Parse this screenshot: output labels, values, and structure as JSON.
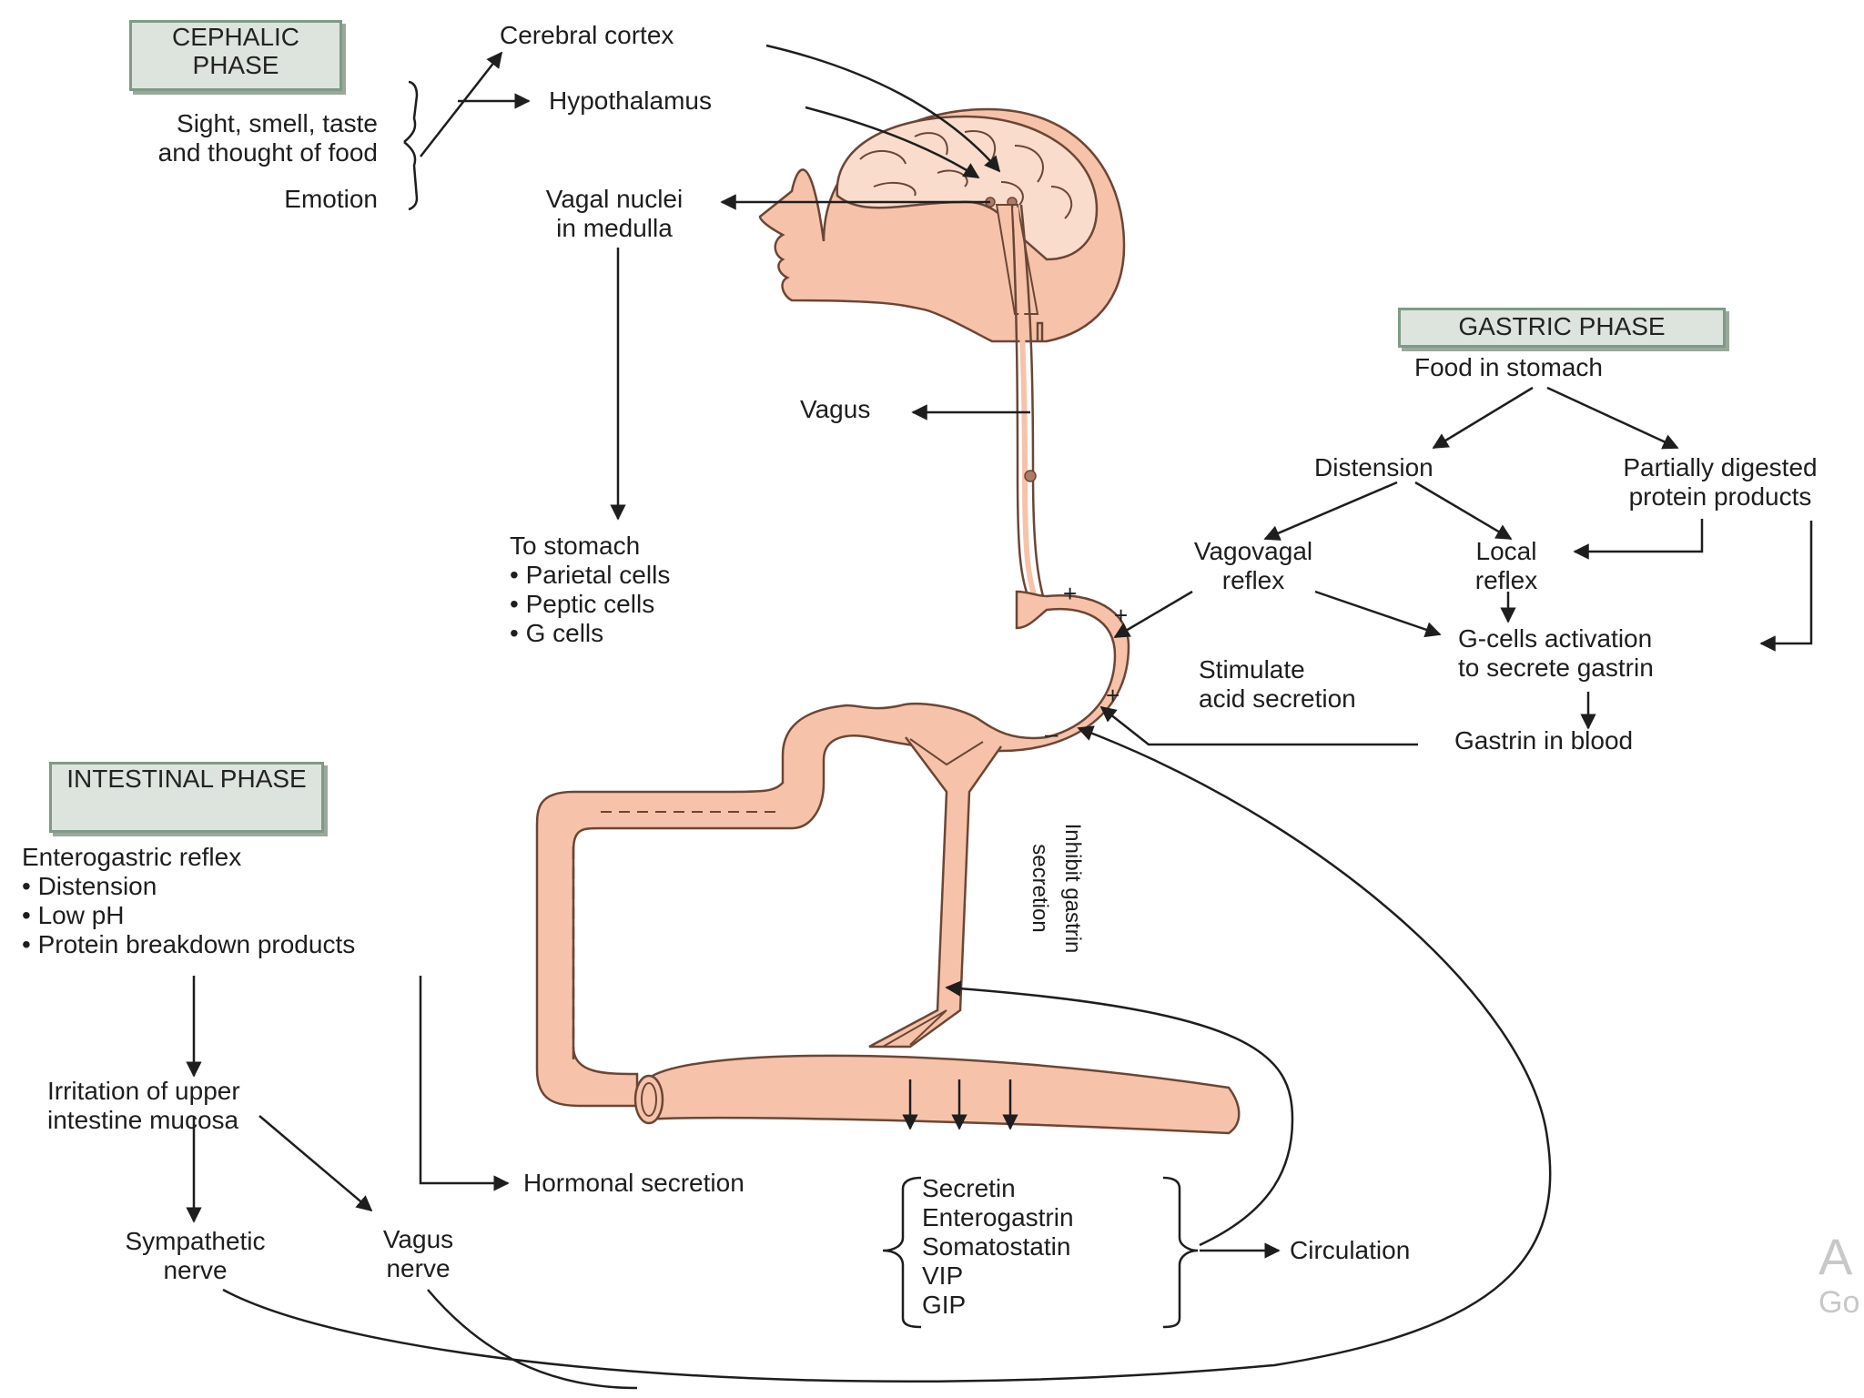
{
  "phases": {
    "cephalic": "CEPHALIC\nPHASE",
    "gastric": "GASTRIC PHASE",
    "intestinal": "INTESTINAL\nPHASE"
  },
  "cephalic": {
    "stimuli": "Sight, smell, taste\nand thought of food",
    "emotion": "Emotion",
    "cerebral_cortex": "Cerebral cortex",
    "hypothalamus": "Hypothalamus",
    "vagal_nuclei": "Vagal nuclei\nin medulla",
    "vagus": "Vagus",
    "to_stomach": "To stomach\n• Parietal cells\n• Peptic cells\n• G cells"
  },
  "gastric": {
    "food_in_stomach": "Food in stomach",
    "distension": "Distension",
    "partially_digested": "Partially digested\nprotein products",
    "vagovagal_reflex": "Vagovagal\nreflex",
    "local_reflex": "Local\nreflex",
    "g_cells": "G-cells activation\nto secrete gastrin",
    "stimulate_acid": "Stimulate\nacid secretion",
    "gastrin_in_blood": "Gastrin in blood"
  },
  "intestinal": {
    "enterogastric": "Enterogastric reflex\n• Distension\n• Low pH\n• Protein breakdown products",
    "irritation": "Irritation of upper\nintestine mucosa",
    "sympathetic": "Sympathetic\nnerve",
    "vagus_nerve": "Vagus\nnerve",
    "hormonal_secretion": "Hormonal secretion",
    "hormones": "Secretin\nEnterogastrin\nSomatostatin\nVIP\nGIP",
    "circulation": "Circulation",
    "inhibit": "Inhibit gastrin\nsecretion"
  },
  "signs": {
    "plus": "+",
    "minus": "–"
  },
  "watermark": {
    "line1": "A",
    "line2": "Go"
  },
  "colors": {
    "tissue": "#f6c3aa",
    "tissue_edge": "#6b4636",
    "box_fill": "#dde4dd",
    "box_border": "#7f9a86",
    "line": "#1e1e1e"
  }
}
